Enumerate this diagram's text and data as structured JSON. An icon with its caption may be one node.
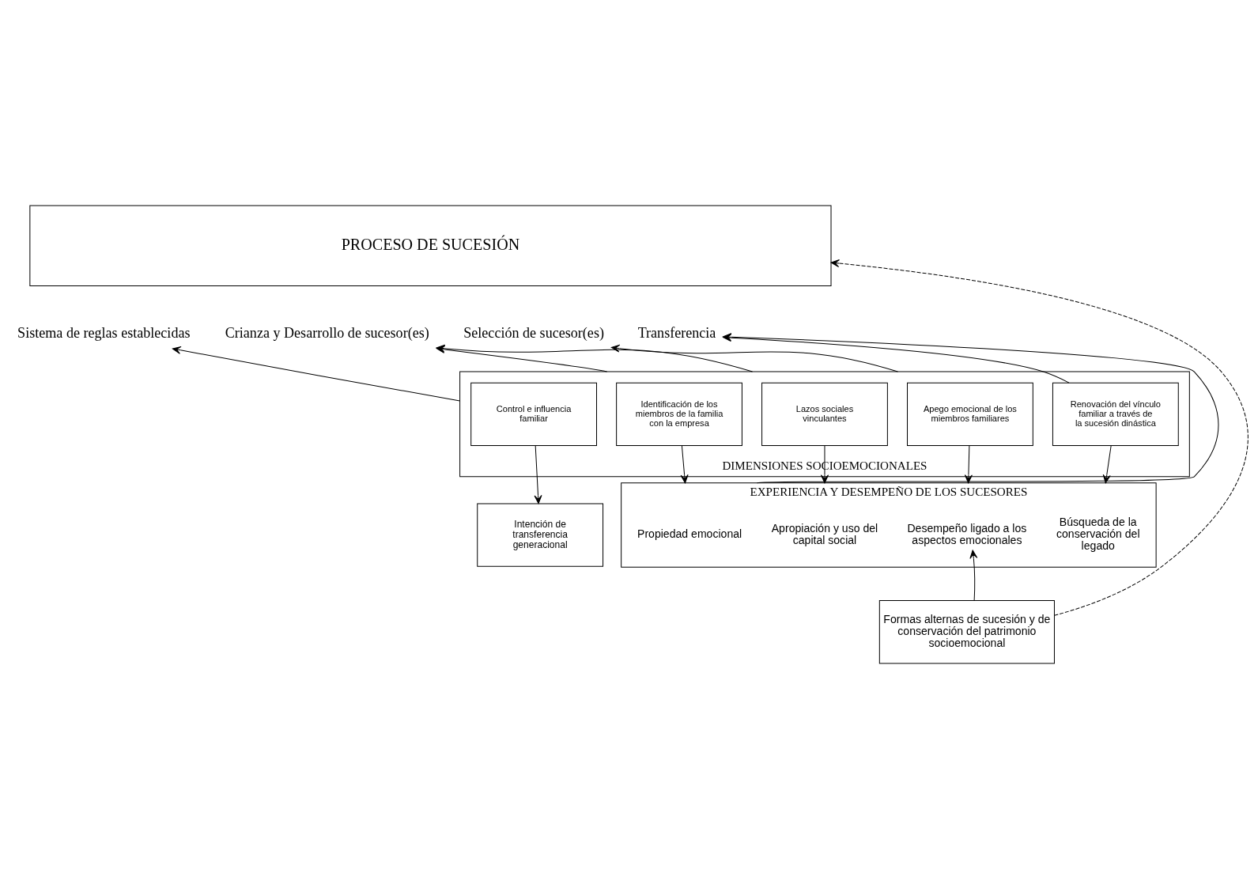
{
  "diagram": {
    "nodes": [
      {
        "text": [
          "PROCESO DE SUCESIÓN"
        ]
      },
      {
        "text": [
          "Sistema de reglas establecidas"
        ]
      },
      {
        "text": [
          "Crianza y Desarrollo de sucesor(es)"
        ]
      },
      {
        "text": [
          "Selección de sucesor(es)"
        ]
      },
      {
        "text": [
          "Transferencia"
        ]
      },
      {
        "text": [
          "DIMENSIONES SOCIOEMOCIONALES"
        ]
      },
      {
        "text": [
          "Control e influencia familiar"
        ],
        "in": 5
      },
      {
        "text": [
          "Identificación de los miembros de la familia con la empresa"
        ],
        "in": 5
      },
      {
        "text": [
          "Lazos sociales vinculantes"
        ],
        "in": 5
      },
      {
        "text": [
          "Apego emocional de los miembros familiares"
        ],
        "in": 5
      },
      {
        "text": [
          "Renovación del vínculo familiar a través de la sucesión dinástica"
        ],
        "in": 5
      },
      {
        "text": [
          "Intención de transferencia generacional"
        ]
      },
      {
        "text": [
          "EXPERIENCIA Y DESEMPEÑO DE LOS SUCESORES"
        ]
      },
      {
        "text": [
          "Propiedad emocional"
        ],
        "in": 12
      },
      {
        "text": [
          "Apropiación y uso del capital social"
        ],
        "in": 12
      },
      {
        "text": [
          "Desempeño ligado a los aspectos emocionales"
        ],
        "in": 12
      },
      {
        "text": [
          "Búsqueda de la conservación del legado"
        ],
        "in": 12
      },
      {
        "text": [
          "Formas alternas de sucesión y de conservación del patrimonio socioemocional"
        ]
      }
    ],
    "edges": [
      {
        "from": 5,
        "to": 1,
        "arrow": "to"
      },
      {
        "from": 5,
        "to": 2,
        "arrow": "to"
      },
      {
        "from": 5,
        "to": 2,
        "arrow": "to"
      },
      {
        "from": 5,
        "to": 3,
        "arrow": "to"
      },
      {
        "from": 6,
        "to": 11,
        "arrow": "to"
      },
      {
        "from": 7,
        "to": 12,
        "arrow": "to"
      },
      {
        "from": 8,
        "to": 12,
        "arrow": "to"
      },
      {
        "from": 9,
        "to": 12,
        "arrow": "to"
      },
      {
        "from": 10,
        "to": 12,
        "arrow": "to"
      },
      {
        "from": 10,
        "to": 4,
        "arrow": "to"
      },
      {
        "from": 12,
        "to": 4,
        "arrow": "to"
      },
      {
        "from": 17,
        "to": 15,
        "arrow": "to"
      },
      {
        "from": 17,
        "to": 0,
        "arrow": "to",
        "style": "dashed"
      }
    ]
  }
}
